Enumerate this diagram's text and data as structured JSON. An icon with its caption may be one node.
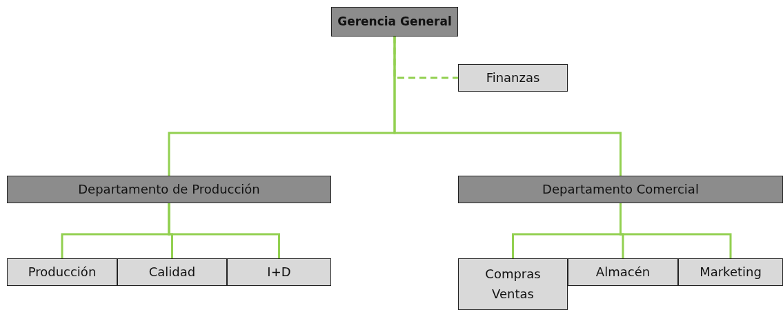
{
  "diagram": {
    "nodes": [
      {
        "text": [
          "Gerencia General"
        ]
      },
      {
        "text": [
          "Finanzas"
        ]
      },
      {
        "text": [
          "Departamento de Producción"
        ]
      },
      {
        "text": [
          "Departamento Comercial"
        ]
      },
      {
        "text": [
          "Producción"
        ]
      },
      {
        "text": [
          "Calidad"
        ]
      },
      {
        "text": [
          "I+D"
        ]
      },
      {
        "text": [
          "Compras Ventas"
        ]
      },
      {
        "text": [
          "Almacén"
        ]
      },
      {
        "text": [
          "Marketing"
        ]
      }
    ],
    "edges": [
      {
        "from": 0,
        "to": 1,
        "arrow": "none",
        "style": "dashed"
      },
      {
        "from": 0,
        "to": 2,
        "arrow": "none"
      },
      {
        "from": 0,
        "to": 3,
        "arrow": "none"
      },
      {
        "from": 2,
        "to": 4,
        "arrow": "none"
      },
      {
        "from": 2,
        "to": 5,
        "arrow": "none"
      },
      {
        "from": 2,
        "to": 6,
        "arrow": "none"
      },
      {
        "from": 3,
        "to": 7,
        "arrow": "none"
      },
      {
        "from": 3,
        "to": 8,
        "arrow": "none"
      },
      {
        "from": 3,
        "to": 9,
        "arrow": "none"
      }
    ]
  }
}
